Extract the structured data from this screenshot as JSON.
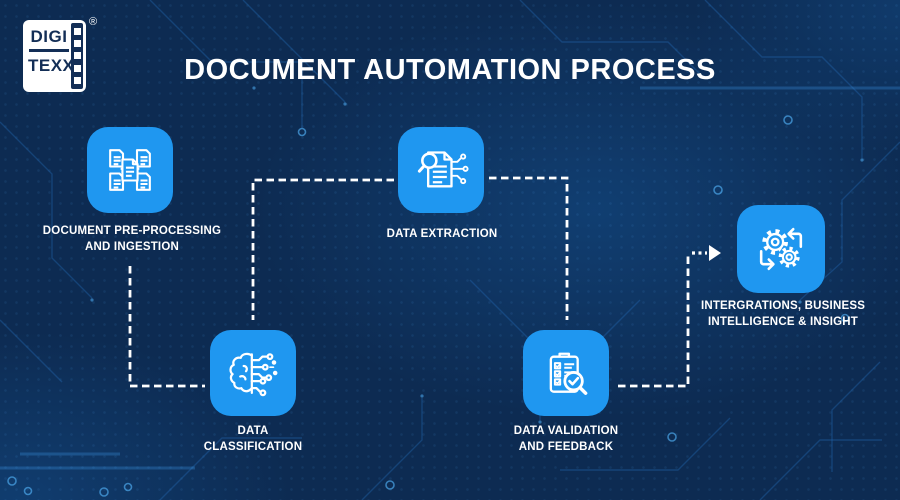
{
  "header": {
    "title": "DOCUMENT AUTOMATION PROCESS"
  },
  "logo": {
    "top_text": "DIGI",
    "bottom_text": "TEXX",
    "registered_mark": "®"
  },
  "colors": {
    "background": "#0d2b52",
    "tile_blue": "#1f97f0",
    "label_text": "#ffffff",
    "logo_navy": "#132e56",
    "connector": "#ffffff"
  },
  "steps": [
    {
      "id": "document-preprocessing",
      "icon": "documents-cluster-icon",
      "label_line1": "DOCUMENT PRE-PROCESSING",
      "label_line2": "AND INGESTION"
    },
    {
      "id": "data-extraction",
      "icon": "document-magnifier-circuit-icon",
      "label_line1": "DATA EXTRACTION",
      "label_line2": ""
    },
    {
      "id": "data-classification",
      "icon": "brain-circuit-icon",
      "label_line1": "DATA",
      "label_line2": "CLASSIFICATION"
    },
    {
      "id": "data-validation",
      "icon": "checklist-magnifier-icon",
      "label_line1": "DATA VALIDATION",
      "label_line2": "AND FEEDBACK"
    },
    {
      "id": "integrations",
      "icon": "gears-sync-icon",
      "label_line1": "INTERGRATIONS, BUSINESS",
      "label_line2": "INTELLIGENCE & INSIGHT"
    }
  ]
}
